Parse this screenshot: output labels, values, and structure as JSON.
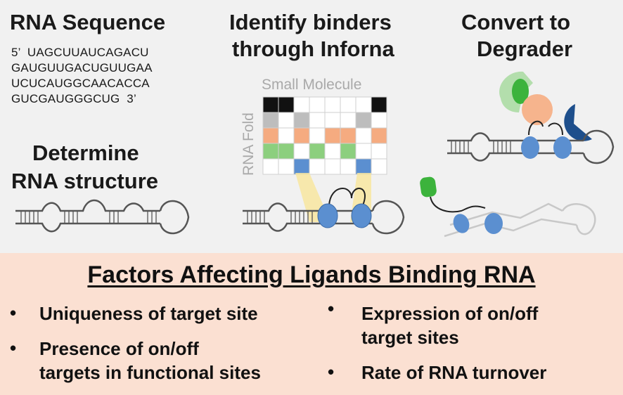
{
  "panels": {
    "sequence_title": "RNA Sequence",
    "sequence_lines": [
      "5’  UAGCUUAUCAGACU",
      "GAUGUUGACUGUUGAA",
      "UCUCAUGGCAACACCA",
      "GUCGAUGGGCUG  3’"
    ],
    "structure_title_line1": "Determine",
    "structure_title_line2": "RNA structure",
    "inforna_title_line1": "Identify binders",
    "inforna_title_line2": "through Inforna",
    "grid_x_label": "Small Molecule",
    "grid_y_label": "RNA Fold",
    "degrader_title_line1": "Convert to",
    "degrader_title_line2": "Degrader"
  },
  "factors": {
    "title": "Factors Affecting Ligands Binding RNA",
    "left_items": [
      "Uniqueness of target site",
      "Presence of on/off",
      "targets in functional sites"
    ],
    "right_items": [
      "Expression of on/off",
      "target sites",
      "Rate of RNA turnover"
    ],
    "bullet_char": "•"
  },
  "colors": {
    "top_background": "#f1f1f1",
    "bottom_background": "#fbe0d2",
    "binder_blue": "#5b8fd0",
    "grid_orange": "#f5ab80",
    "grid_green": "#8ccf7e",
    "grid_gray": "#bdbdbd",
    "grid_black": "#111111",
    "highlight_yellow": "#f8e6a0",
    "degrader_green": "#3cb33c",
    "degrader_peach": "#f6b48d",
    "degrader_navy": "#1e4f8c"
  }
}
